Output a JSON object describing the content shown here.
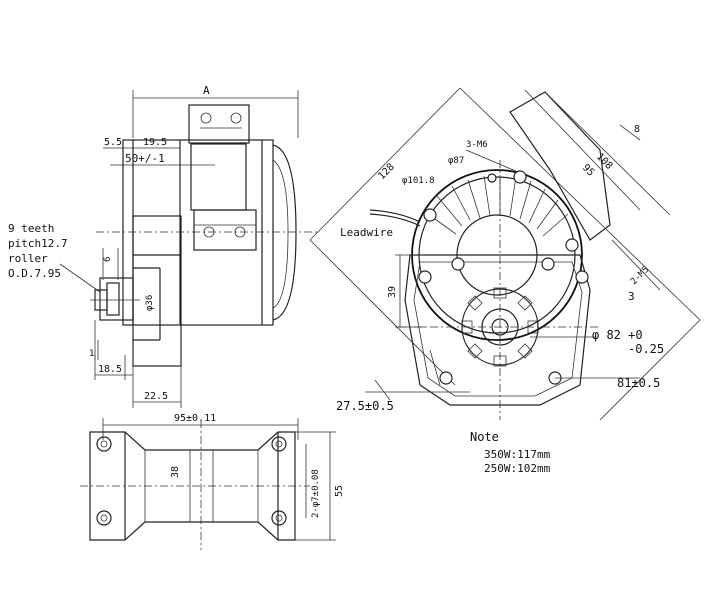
{
  "side_view": {
    "dim_a": "A",
    "dim_5_5": "5.5",
    "dim_19_5": "19.5",
    "dim_50": "50+/-1",
    "sprocket_note": [
      "9 teeth",
      "pitch12.7",
      "roller",
      "O.D.7.95"
    ],
    "dim_6": "6",
    "dim_phi36": "φ36",
    "dim_1": "1",
    "dim_18_5": "18.5",
    "dim_22_5": "22.5"
  },
  "bottom_view": {
    "dim_95": "95±0.11",
    "dim_38": "38",
    "dim_holes": "2-φ7±0.08",
    "dim_55": "55"
  },
  "front_view": {
    "dim_128": "128",
    "dim_m6": "3-M6",
    "dim_phi87": "φ87",
    "dim_phi101": "φ101.8",
    "dim_8": "8",
    "dim_108": "108",
    "dim_95b": "95",
    "leadwire": "Leadwire",
    "dim_39": "39",
    "dim_m5": "2-M5",
    "dim_phi82": "φ 82 +0",
    "dim_phi82_tol": "-0.25",
    "dim_3": "3",
    "dim_27_5": "27.5±0.5",
    "dim_81": "81±0.5"
  },
  "note": {
    "title": "Note",
    "line1": "350W:117mm",
    "line2": "250W:102mm"
  }
}
